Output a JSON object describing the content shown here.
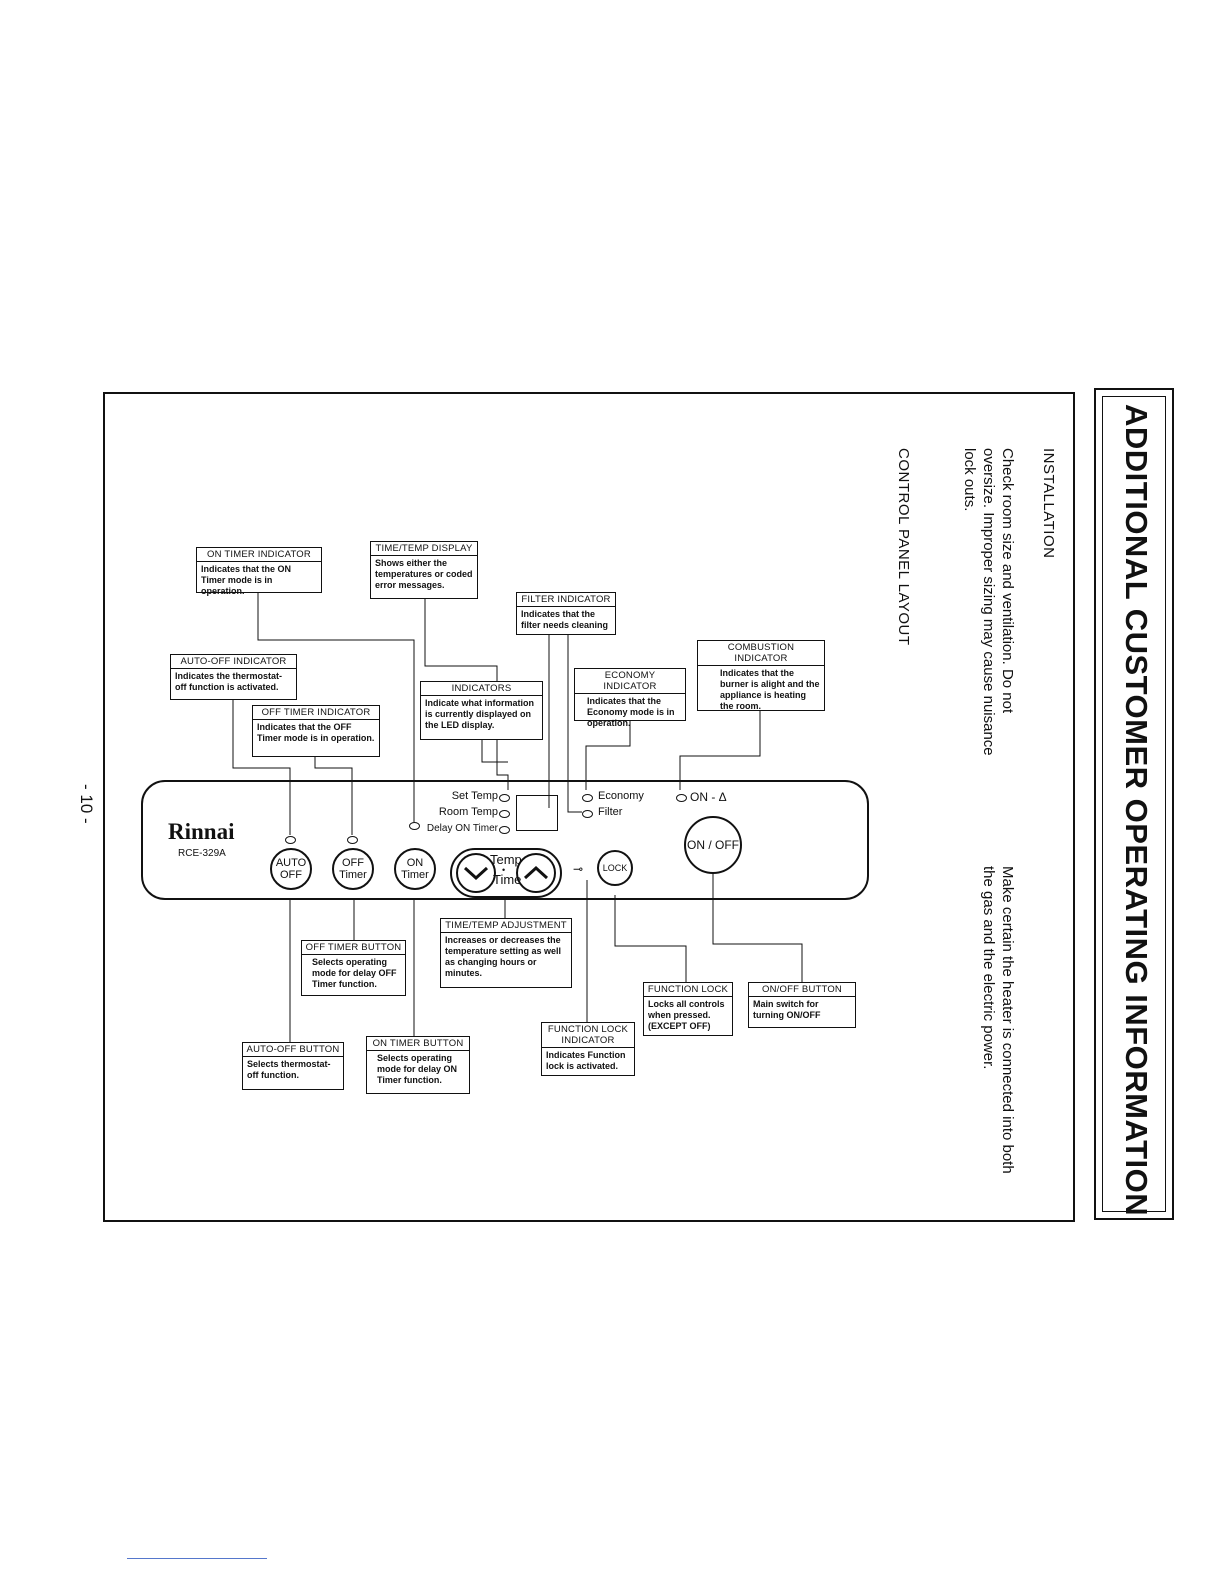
{
  "banner": {
    "title": "ADDITIONAL CUSTOMER OPERATING INFORMATION"
  },
  "installation": {
    "heading": "INSTALLATION",
    "lines": [
      "Check room size and ventilation.  Do not",
      "oversize.  Improper sizing may cause nuisance",
      "lock outs."
    ],
    "note_lines": [
      "Make certain the heater is connected into both",
      "the gas and the electric power."
    ]
  },
  "section": {
    "heading": "CONTROL PANEL LAYOUT"
  },
  "panel": {
    "brand": "Rinnai",
    "model": "RCE-329A",
    "buttons": {
      "auto_off": [
        "AUTO",
        "OFF"
      ],
      "off_timer": [
        "OFF",
        "Timer"
      ],
      "on_timer": [
        "ON",
        "Timer"
      ],
      "temp": "Temp",
      "time": "Time",
      "lock": "LOCK",
      "on_off": "ON / OFF"
    },
    "indicators": {
      "set_temp": "Set Temp",
      "room_temp": "Room Temp",
      "delay_on_timer": "Delay ON Timer",
      "economy": "Economy",
      "filter": "Filter",
      "on_flame": "ON - Δ"
    }
  },
  "callouts": {
    "on_timer_indicator": {
      "title": "ON TIMER INDICATOR",
      "desc": "Indicates that the ON Timer mode is in operation."
    },
    "time_temp_display": {
      "title": "TIME/TEMP DISPLAY",
      "desc": "Shows either the temperatures or coded error messages."
    },
    "filter_indicator": {
      "title": "FILTER INDICATOR",
      "desc": "Indicates that the filter needs cleaning"
    },
    "combustion_indicator": {
      "title": "COMBUSTION INDICATOR",
      "desc": "Indicates that the burner is alight and the appliance is heating the room."
    },
    "auto_off_indicator": {
      "title": "AUTO-OFF INDICATOR",
      "desc": "Indicates the thermostat-off function is activated."
    },
    "indicators": {
      "title": "INDICATORS",
      "desc": "Indicate what information is currently displayed on the LED display."
    },
    "economy_indicator": {
      "title": "ECONOMY INDICATOR",
      "desc": "Indicates that the Economy mode is in operation."
    },
    "off_timer_indicator": {
      "title": "OFF TIMER INDICATOR",
      "desc": "Indicates that the OFF Timer mode is in operation."
    },
    "time_temp_adjustment": {
      "title": "TIME/TEMP ADJUSTMENT",
      "desc": "Increases or decreases the temperature setting as well as changing hours or minutes."
    },
    "off_timer_button": {
      "title": "OFF TIMER BUTTON",
      "desc": "Selects operating mode for delay OFF Timer function."
    },
    "function_lock": {
      "title": "FUNCTION LOCK",
      "desc": "Locks all controls when pressed. (EXCEPT OFF)"
    },
    "on_off_button": {
      "title": "ON/OFF BUTTON",
      "desc": "Main switch for turning ON/OFF"
    },
    "function_lock_indicator": {
      "title": "FUNCTION LOCK INDICATOR",
      "desc": "Indicates Function lock is activated."
    },
    "on_timer_button": {
      "title": "ON TIMER BUTTON",
      "desc": "Selects operating mode for delay ON Timer function."
    },
    "auto_off_button": {
      "title": "AUTO-OFF BUTTON",
      "desc": "Selects thermostat-off function."
    }
  },
  "page": {
    "number": "- 10 -"
  }
}
